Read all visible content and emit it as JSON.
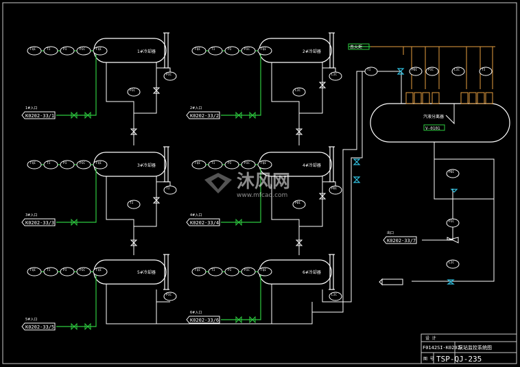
{
  "title_block": {
    "drawing_no": "TSP-QJ-235",
    "code": "F0142SI-K0202-",
    "title_cn": "泵站监控系统图",
    "label_design": "设 计",
    "label_no": "图 号"
  },
  "watermark": {
    "brand": "沐风网",
    "url": "www.mfcad.com"
  },
  "instruments": {
    "fqi": "FQI",
    "ti": "TI",
    "pi": "PI",
    "pic": "PIC",
    "lic": "LIC",
    "pdi": "PDI"
  },
  "feed_labels": [
    {
      "tag": "K0202-33/1",
      "note": "1#入口"
    },
    {
      "tag": "K0202-33/2",
      "note": "2#入口"
    },
    {
      "tag": "K0202-33/3",
      "note": "3#入口"
    },
    {
      "tag": "K0202-33/4",
      "note": "4#入口"
    },
    {
      "tag": "K0202-33/5",
      "note": "5#入口"
    },
    {
      "tag": "K0202-33/6",
      "note": "6#入口"
    },
    {
      "tag": "K0202-33/7",
      "note": "出口"
    }
  ],
  "vessel_labels": [
    "1#冷却器",
    "2#冷却器",
    "3#冷却器",
    "4#冷却器",
    "5#冷却器",
    "6#冷却器"
  ],
  "tank_label": "汽液分离器",
  "tank_tag": "V-0101",
  "top_tag": "去火炬"
}
